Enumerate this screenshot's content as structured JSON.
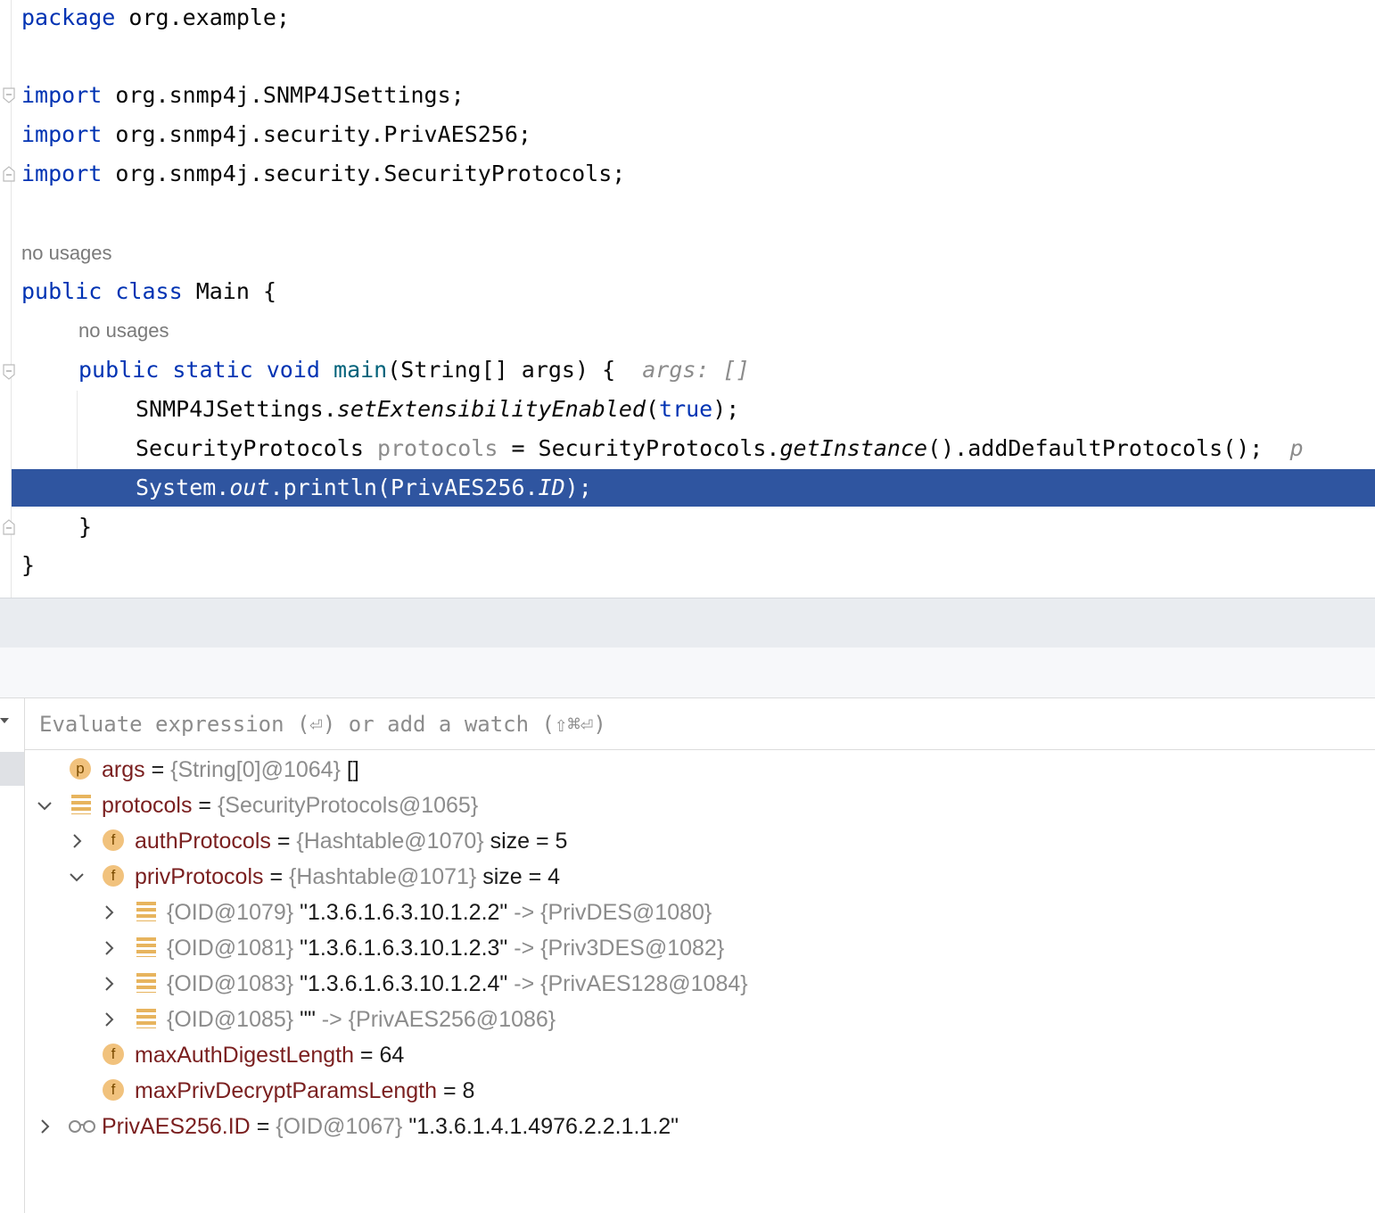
{
  "editor": {
    "package_kw": "package",
    "package_name": " org.example;",
    "imports": [
      {
        "kw": "import",
        "path": " org.snmp4j.SNMP4JSettings;"
      },
      {
        "kw": "import",
        "path": " org.snmp4j.security.PrivAES256;"
      },
      {
        "kw": "import",
        "path": " org.snmp4j.security.SecurityProtocols;"
      }
    ],
    "usage_hint_class": "no usages",
    "class_kw1": "public",
    "class_kw2": "class",
    "class_name": " Main {",
    "usage_hint_method": "no usages",
    "method_kw1": "public",
    "method_kw2": "static",
    "method_kw3": "void",
    "method_name": "main",
    "method_params": "(String[] args) {",
    "method_inlay": "args: []",
    "line1_class": "SNMP4JSettings.",
    "line1_method": "setExtensibilityEnabled",
    "line1_open": "(",
    "line1_arg": "true",
    "line1_close": ");",
    "line2_type": "SecurityProtocols ",
    "line2_var": "protocols",
    "line2_eq": " = SecurityProtocols.",
    "line2_method": "getInstance",
    "line2_rest": "().addDefaultProtocols();",
    "line2_inlay": "p",
    "line3_a": "System.",
    "line3_out": "out",
    "line3_b": ".println(PrivAES256.",
    "line3_id": "ID",
    "line3_c": ");",
    "close_method": "}",
    "close_class": "}"
  },
  "debugger": {
    "eval_placeholder": "Evaluate expression (⏎) or add a watch (⇧⌘⏎)",
    "variables": [
      {
        "badge": "p",
        "name": "args",
        "eq": " = ",
        "type": "{String[0]@1064}",
        "value": " []"
      },
      {
        "name": "protocols",
        "eq": " = ",
        "type": "{SecurityProtocols@1065}"
      },
      {
        "badge": "f",
        "name": "authProtocols",
        "eq": " = ",
        "type": "{Hashtable@1070}",
        "value": "  size = 5"
      },
      {
        "badge": "f",
        "name": "privProtocols",
        "eq": " = ",
        "type": "{Hashtable@1071}",
        "value": "  size = 4"
      },
      {
        "key": "{OID@1079}",
        "keyval": " \"1.3.6.1.6.3.10.1.2.2\"",
        "arrow": " -> ",
        "target": "{PrivDES@1080}"
      },
      {
        "key": "{OID@1081}",
        "keyval": " \"1.3.6.1.6.3.10.1.2.3\"",
        "arrow": " -> ",
        "target": "{Priv3DES@1082}"
      },
      {
        "key": "{OID@1083}",
        "keyval": " \"1.3.6.1.6.3.10.1.2.4\"",
        "arrow": " -> ",
        "target": "{PrivAES128@1084}"
      },
      {
        "key": "{OID@1085}",
        "keyval": " \"\"",
        "arrow": " -> ",
        "target": "{PrivAES256@1086}"
      },
      {
        "badge": "f",
        "name": "maxAuthDigestLength",
        "eq": " = ",
        "value": "64"
      },
      {
        "badge": "f",
        "name": "maxPrivDecryptParamsLength",
        "eq": " = ",
        "value": "8"
      },
      {
        "name": "PrivAES256.ID",
        "eq": " = ",
        "type": "{OID@1067}",
        "value": " \"1.3.6.1.4.1.4976.2.2.1.1.2\""
      }
    ]
  },
  "colors": {
    "keyword": "#0033b3",
    "function": "#00627a",
    "execution_line": "#2f55a0",
    "field_badge": "#f1c27d",
    "var_name": "#871094"
  }
}
